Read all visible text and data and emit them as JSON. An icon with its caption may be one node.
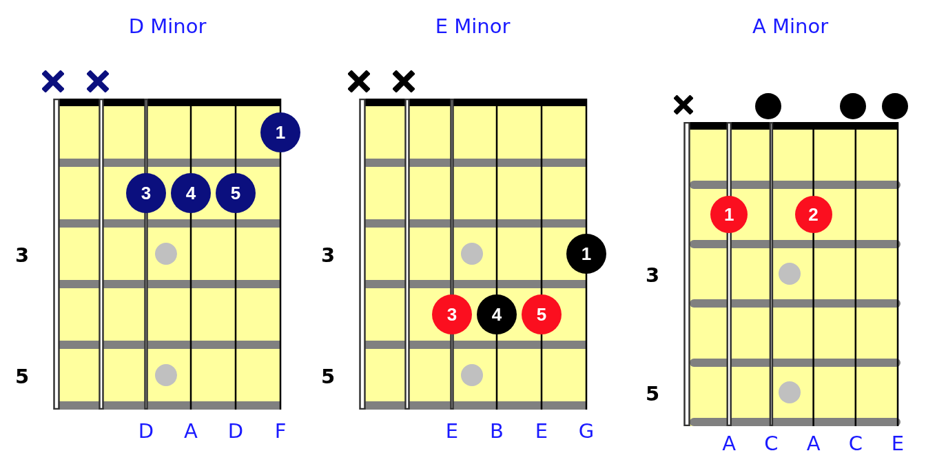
{
  "diagram": {
    "nodes": [
      {
        "text": [
          "D Minor"
        ],
        "beside": [
          "3",
          "5",
          "D",
          "A",
          "D",
          "F"
        ]
      },
      {
        "text": [
          "1"
        ]
      },
      {
        "text": [
          "3"
        ],
        "in": 0
      },
      {
        "text": [
          "4"
        ],
        "in": 0
      },
      {
        "text": [
          "5"
        ],
        "in": 0
      },
      {
        "text": [
          "E Minor"
        ],
        "beside": [
          "3",
          "5",
          "E",
          "B",
          "E",
          "G"
        ]
      },
      {
        "text": [
          "1"
        ]
      },
      {
        "text": [
          "3"
        ],
        "in": 5
      },
      {
        "text": [
          "4"
        ],
        "in": 5
      },
      {
        "text": [
          "5"
        ],
        "in": 5
      },
      {
        "text": [
          "A Minor"
        ],
        "beside": [
          "3",
          "5",
          "A",
          "C",
          "A",
          "C",
          "E"
        ]
      },
      {
        "text": [
          "1"
        ],
        "in": 10
      },
      {
        "text": [
          "2"
        ],
        "in": 10
      }
    ]
  }
}
